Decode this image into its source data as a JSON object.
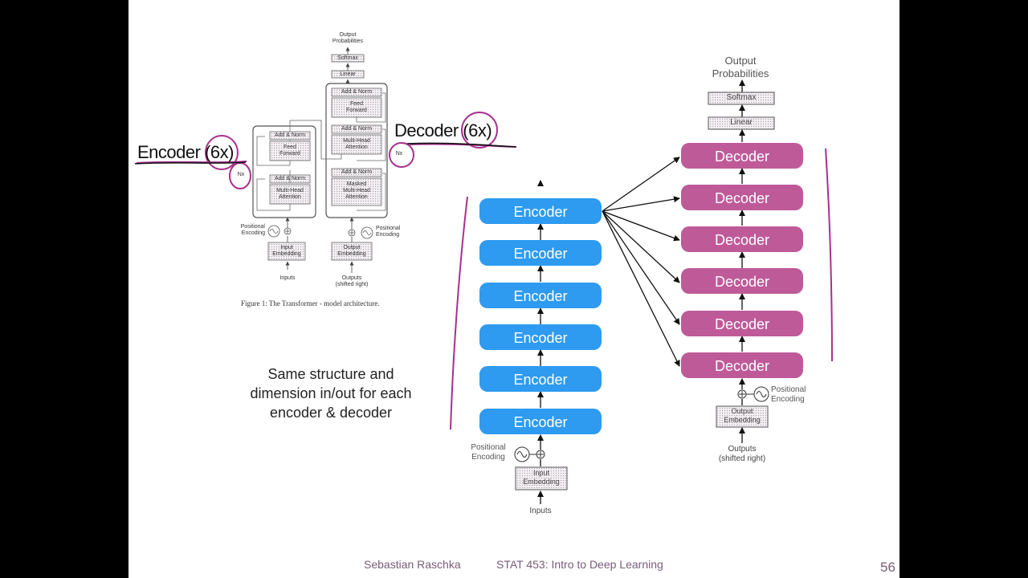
{
  "colors": {
    "encoder": "#2e9bf0",
    "decoder": "#bf5a99",
    "annotation": "#a8308f",
    "footer": "#7a5c7a"
  },
  "left_figure": {
    "output_probabilities": "Output\nProbabilities",
    "softmax": "Softmax",
    "linear": "Linear",
    "add_norm": "Add & Norm",
    "feed_forward": "Feed\nForward",
    "multi_head_attention": "Multi-Head\nAttention",
    "masked_multi_head_attention": "Masked\nMulti-Head\nAttention",
    "nx": "Nx",
    "positional_encoding": "Positional\nEncoding",
    "input_embedding": "Input\nEmbedding",
    "output_embedding": "Output\nEmbedding",
    "inputs": "Inputs",
    "outputs": "Outputs\n(shifted right)",
    "caption": "Figure 1: The Transformer - model architecture."
  },
  "annotations": {
    "encoder": "Encoder (6x)",
    "decoder": "Decoder (6x)"
  },
  "note": "Same structure and dimension in/out for each encoder & decoder",
  "encoder_stack": {
    "label": "Encoder",
    "positional_encoding": "Positional\nEncoding",
    "input_embedding": "Input\nEmbedding",
    "inputs": "Inputs"
  },
  "decoder_stack": {
    "label": "Decoder",
    "output_probabilities": "Output\nProbabilities",
    "softmax": "Softmax",
    "linear": "Linear",
    "positional_encoding": "Positional\nEncoding",
    "output_embedding": "Output\nEmbedding",
    "outputs": "Outputs\n(shifted right)"
  },
  "footer": {
    "author": "Sebastian Raschka",
    "course": "STAT 453: Intro to Deep Learning",
    "page": "56"
  }
}
